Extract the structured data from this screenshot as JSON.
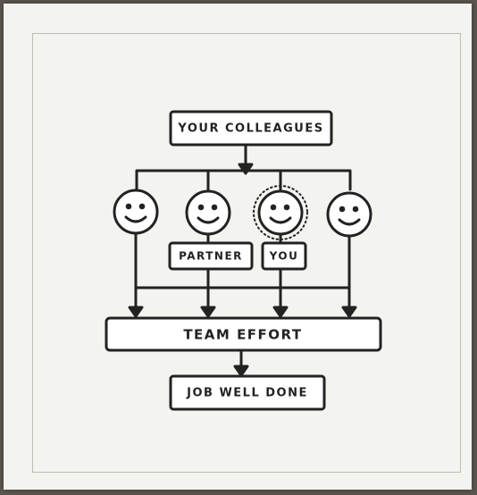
{
  "diagram": {
    "top_box": "YOUR COLLEAGUES",
    "labels": {
      "partner": "PARTNER",
      "you": "YOU"
    },
    "team_box": "TEAM EFFORT",
    "bottom_box": "JOB WELL DONE"
  },
  "colors": {
    "ink": "#222222",
    "paper": "#f3f3ef",
    "frame": "#bdbdb8",
    "background": "#5c5650"
  }
}
